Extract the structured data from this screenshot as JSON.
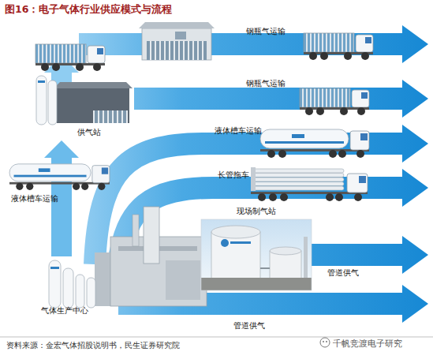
{
  "diagram": {
    "title": "图16：电子气体行业供应模式与流程",
    "caption": "资料来源：金宏气体招股说明书，民生证券研究院",
    "nodes": [
      {
        "text": [
          "供气站"
        ]
      },
      {
        "text": [
          "现场制气站"
        ]
      },
      {
        "text": [
          "气体生产中心"
        ]
      }
    ],
    "edges": [
      {
        "from": 2,
        "to": 0,
        "arrow": "to",
        "label": "液体槽车运输"
      }
    ],
    "labels": [
      "钢瓶气运输",
      "钢瓶气运输",
      "液体槽车运输",
      "长管拖车",
      "管道供气",
      "管道供气",
      "千帆竞渡电子研究"
    ]
  }
}
